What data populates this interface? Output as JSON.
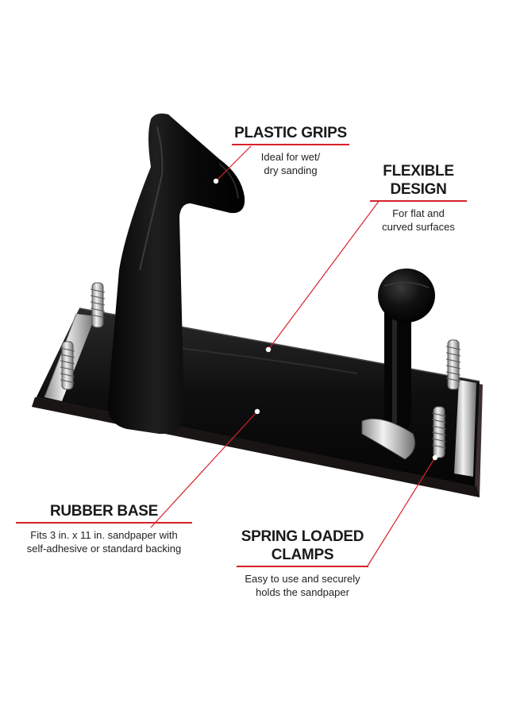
{
  "callouts": {
    "plastic_grips": {
      "title": "PLASTIC GRIPS",
      "desc_line1": "Ideal for wet/",
      "desc_line2": "dry sanding"
    },
    "flexible_design": {
      "title_line1": "FLEXIBLE",
      "title_line2": "DESIGN",
      "desc_line1": "For flat and",
      "desc_line2": "curved surfaces"
    },
    "rubber_base": {
      "title": "RUBBER BASE",
      "desc_line1": "Fits 3 in. x 11 in. sandpaper with",
      "desc_line2": "self-adhesive or standard backing"
    },
    "spring_clamps": {
      "title_line1": "SPRING LOADED",
      "title_line2": "CLAMPS",
      "desc_line1": "Easy to use and securely",
      "desc_line2": "holds the sandpaper"
    }
  },
  "colors": {
    "accent": "#d6232a",
    "text": "#1a1a1a",
    "product": "#0b0b0b",
    "metal": "#c8c8c8"
  }
}
